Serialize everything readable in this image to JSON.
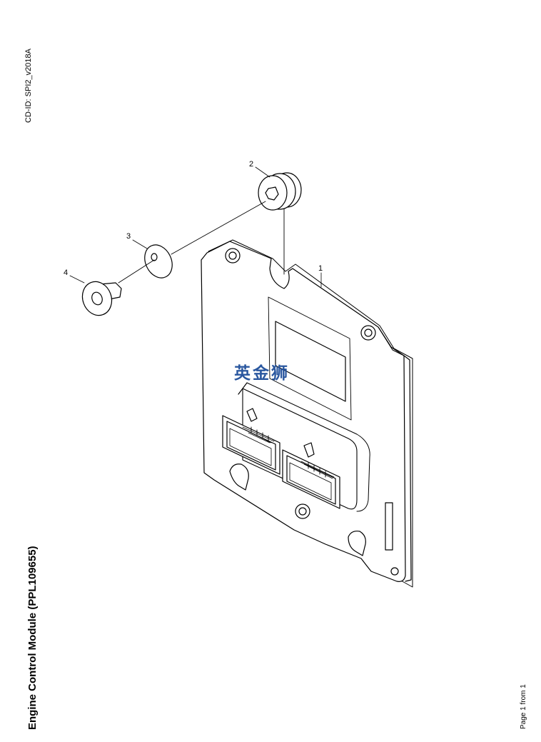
{
  "sheet": {
    "cd_id": "CD-ID: SPI2_v2018A",
    "title": "Engine Control Module (PPL109655)",
    "page_label": "Page 1 from 1"
  },
  "callouts": [
    "1",
    "2",
    "3",
    "4"
  ],
  "watermark": "英金狮"
}
